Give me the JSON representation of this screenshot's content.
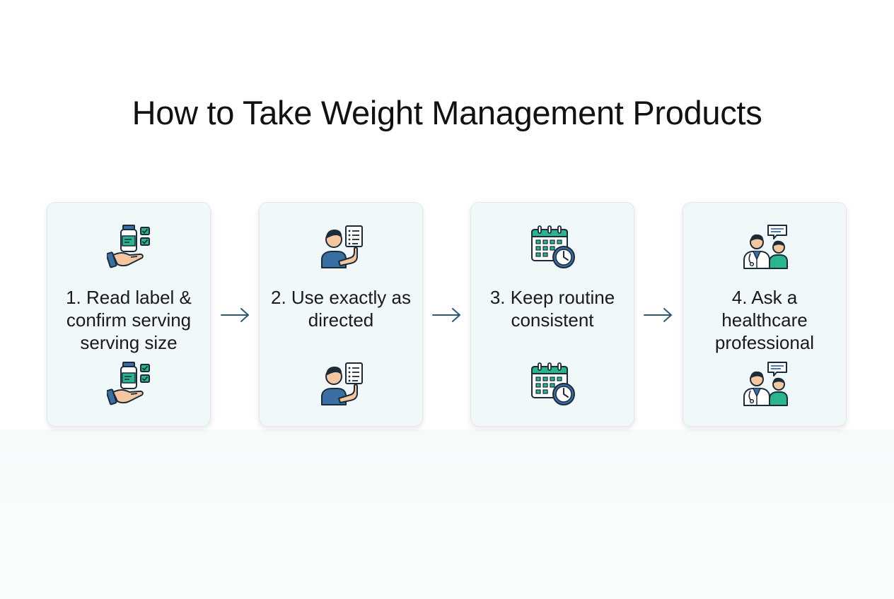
{
  "title": "How to Take Weight Management Products",
  "steps": [
    {
      "text": "1. Read label & confirm serving serving size",
      "icon": "hand-bottle-checklist-icon"
    },
    {
      "text": "2. Use exactly as directed",
      "icon": "person-checklist-icon"
    },
    {
      "text": "3. Keep routine consistent",
      "icon": "calendar-clock-icon"
    },
    {
      "text": "4. Ask a healthcare professional",
      "icon": "doctor-consultation-icon"
    }
  ],
  "colors": {
    "accent_green": "#2bb58f",
    "outline_navy": "#1c2b3a",
    "blue": "#3a6fa6",
    "arrow": "#2e5a70",
    "card_bg": "#f1f8fa",
    "skin": "#f5c7a0"
  }
}
